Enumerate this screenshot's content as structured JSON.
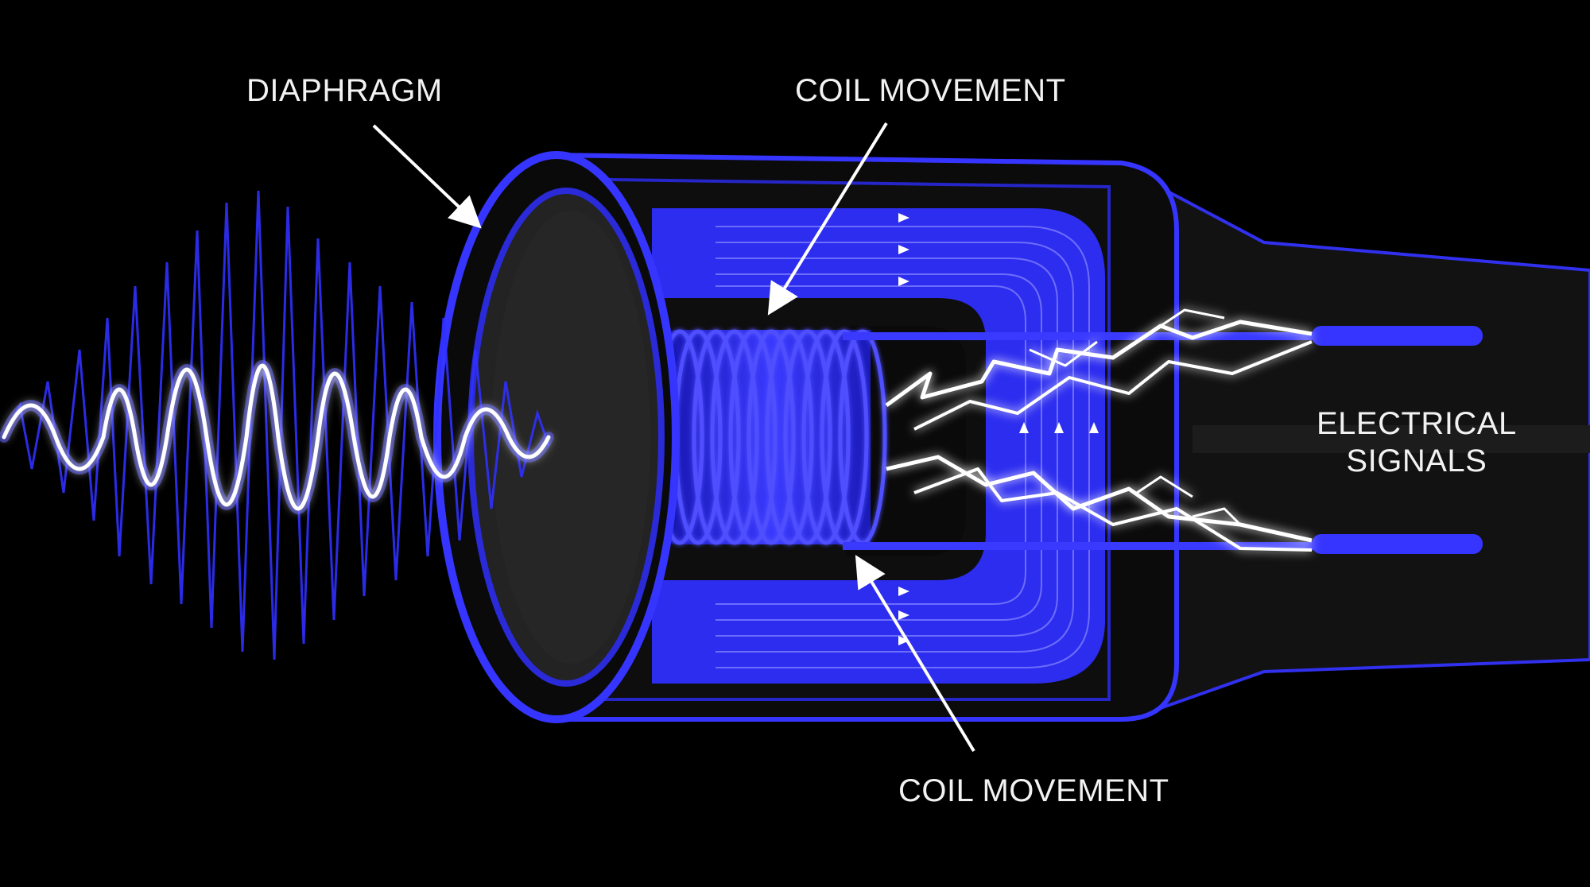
{
  "labels": {
    "diaphragm": "DIAPHRAGM",
    "coil_movement_top": "COIL MOVEMENT",
    "coil_movement_bottom": "COIL MOVEMENT",
    "electrical_signals_line1": "ELECTRICAL",
    "electrical_signals_line2": "SIGNALS"
  },
  "colors": {
    "background": "#000000",
    "accent_blue": "#3535ff",
    "deep_blue": "#2222d0",
    "glow_white": "#ffffff",
    "housing_dark": "#151515",
    "text": "#f2f2f2"
  }
}
